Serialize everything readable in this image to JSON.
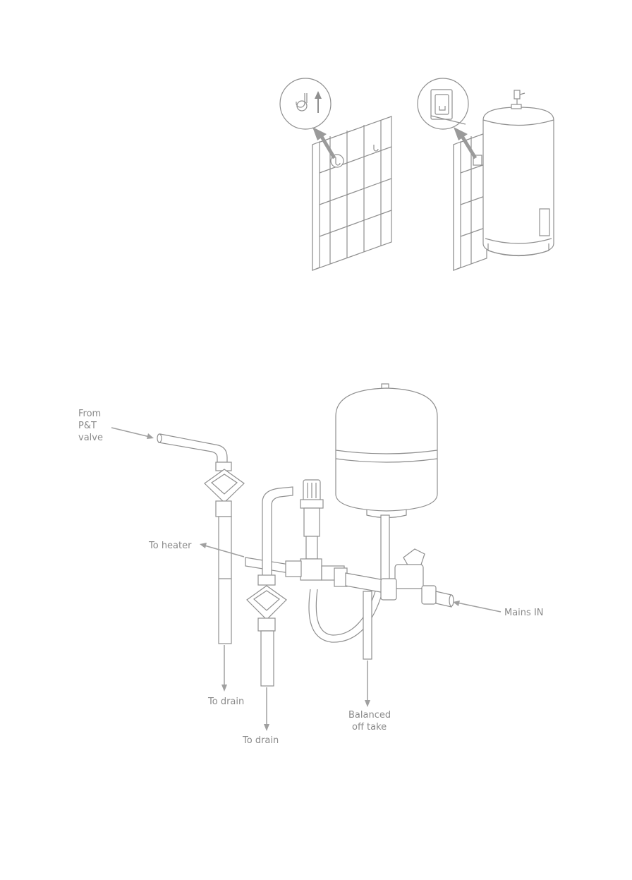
{
  "install_figure": {
    "panel_a_icon": "wall-hook-icon",
    "panel_b_icon": "wall-hook-icon"
  },
  "plumbing_diagram": {
    "labels": {
      "from_pt_line1": "From",
      "from_pt_line2": "P&T",
      "from_pt_line3": "valve",
      "to_heater": "To heater",
      "mains_in": "Mains IN",
      "to_drain_1": "To drain",
      "to_drain_2": "To drain",
      "balanced_line1": "Balanced",
      "balanced_line2": "off take"
    },
    "colors": {
      "line": "#8f8f8f",
      "label": "#8a8a8a",
      "arrow": "#a0a0a0"
    }
  }
}
